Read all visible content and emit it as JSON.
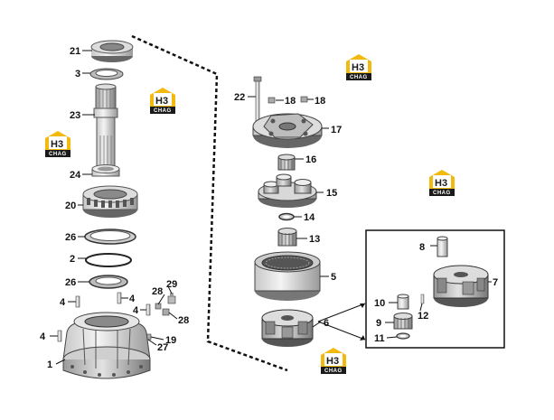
{
  "diagram": {
    "callouts": {
      "p21": "21",
      "p3": "3",
      "p23": "23",
      "p24": "24",
      "p20": "20",
      "p26a": "26",
      "p2": "2",
      "p26b": "26",
      "p4a": "4",
      "p4b": "4",
      "p4c": "4",
      "p4d": "4",
      "p28a": "28",
      "p29": "29",
      "p28b": "28",
      "p27": "27",
      "p19": "19",
      "p1": "1",
      "p22": "22",
      "p18a": "18",
      "p18b": "18",
      "p17": "17",
      "p16": "16",
      "p15": "15",
      "p14": "14",
      "p13": "13",
      "p5": "5",
      "p6": "6",
      "p8": "8",
      "p7": "7",
      "p10": "10",
      "p12": "12",
      "p9": "9",
      "p11": "11"
    },
    "logo": {
      "mark": "H3",
      "text": "CHAG"
    },
    "colors": {
      "accent": "#f2b90f",
      "line": "#111111"
    }
  }
}
